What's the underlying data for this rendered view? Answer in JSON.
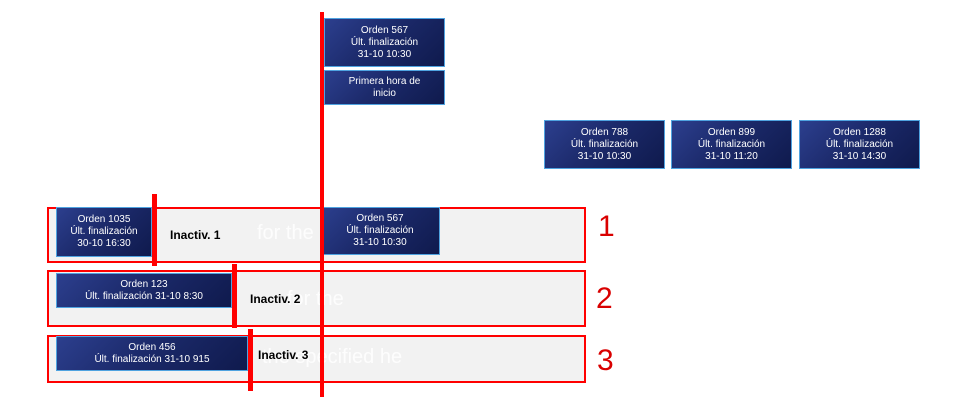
{
  "top_orders": [
    {
      "title": "Orden  567",
      "label": "Últ. finalización",
      "date": "31-10 10:30"
    },
    {
      "title": "Orden  788",
      "label": "Últ. finalización",
      "date": "31-10 10:30"
    },
    {
      "title": "Orden  899",
      "label": "Últ. finalización",
      "date": "31-10 11:20"
    },
    {
      "title": "Orden  1288",
      "label": "Últ. finalización",
      "date": "31-10 14:30"
    }
  ],
  "first_start": {
    "line1": "Primera hora de",
    "line2": "inicio"
  },
  "lanes": [
    {
      "number": "1",
      "inactiv": "Inactiv. 1",
      "ghost": "for the",
      "order": {
        "title": "Orden 1035",
        "label": "Últ. finalización",
        "date": "30-10 16:30"
      },
      "order2": {
        "title": "Orden  567",
        "label": "Últ. finalización",
        "date": "31-10 10:30"
      }
    },
    {
      "number": "2",
      "inactiv": "Inactiv. 2",
      "ghost": "for the",
      "order": {
        "title": "Orden  123",
        "line": "Últ. finalización 31-10 8:30"
      }
    },
    {
      "number": "3",
      "inactiv": "Inactiv. 3",
      "ghost": "the specified he",
      "order": {
        "title": "Orden  456",
        "line": "Últ. finalización 31-10 915"
      }
    }
  ],
  "colors": {
    "accent": "#ff0000",
    "box": "#1c2a6b",
    "box_border": "#4fa3e0",
    "lane_bg": "#f2f2f2",
    "number": "#d90000"
  }
}
